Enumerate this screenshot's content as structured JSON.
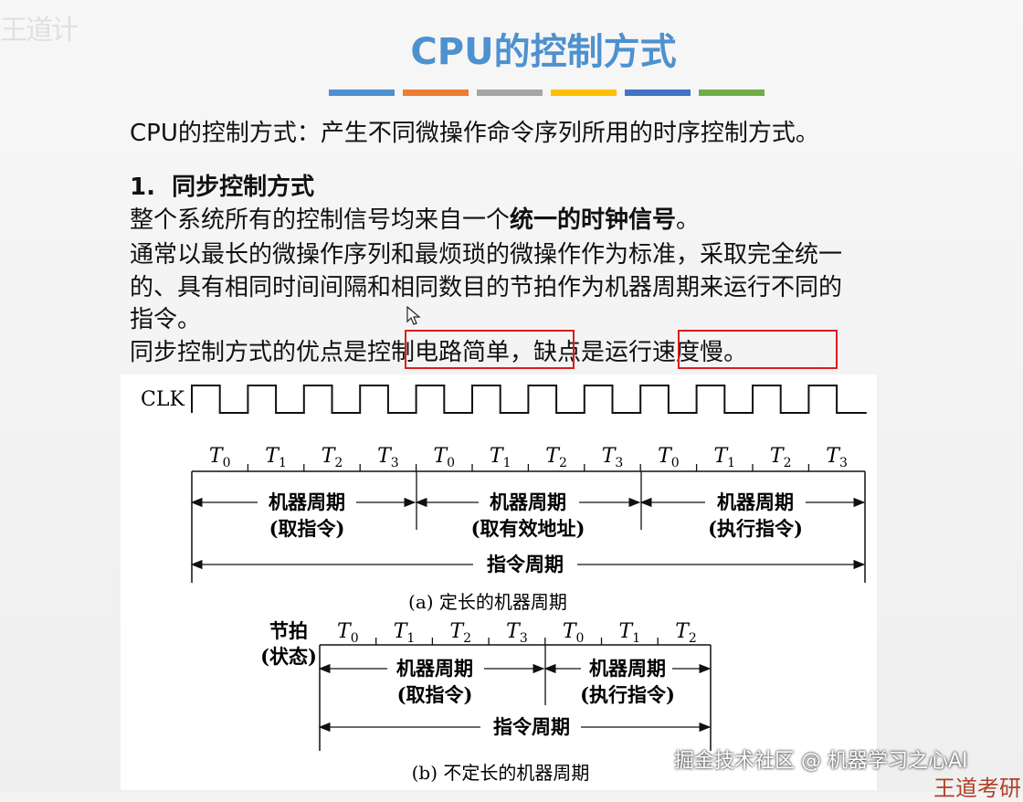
{
  "logo_text": "王道计",
  "title": "CPU的控制方式",
  "accent_colors": [
    "#4e91cf",
    "#ed7d31",
    "#a5a5a5",
    "#ffc000",
    "#4472c4",
    "#70ad47"
  ],
  "definition": "CPU的控制方式：产生不同微操作命令序列所用的时序控制方式。",
  "section": {
    "number": "1.",
    "heading": "同步控制方式",
    "line1_prefix": "整个系统所有的控制信号均来自一个",
    "line1_bold": "统一的时钟信号",
    "line1_suffix": "。",
    "line2": "通常以最长的微操作序列和最烦琐的微操作作为标准，采取完全统一",
    "line3": "的、具有相同时间间隔和相同数目的节拍作为机器周期来运行不同的",
    "line4": "指令。",
    "line5_prefix": "同步控制方式的优点是",
    "advantage": "控制电路简单",
    "line5_mid": "，缺点是",
    "disadvantage": "运行速度慢",
    "line5_suffix": "。"
  },
  "figure_a": {
    "clk_label": "CLK",
    "beats": [
      "T0",
      "T1",
      "T2",
      "T3",
      "T0",
      "T1",
      "T2",
      "T3",
      "T0",
      "T1",
      "T2",
      "T3"
    ],
    "machine_cycle": "机器周期",
    "cycles": [
      "(取指令)",
      "(取有效地址)",
      "(执行指令)"
    ],
    "instruction_cycle": "指令周期",
    "caption": "(a) 定长的机器周期"
  },
  "figure_b": {
    "beat_label_1": "节拍",
    "beat_label_2": "(状态)",
    "beats": [
      "T0",
      "T1",
      "T2",
      "T3",
      "T0",
      "T1",
      "T2"
    ],
    "machine_cycle": "机器周期",
    "cycles": [
      "(取指令)",
      "(执行指令)"
    ],
    "instruction_cycle": "指令周期",
    "caption": "(b) 不定长的机器周期"
  },
  "watermark": "掘金技术社区 @ 机器学习之心AI",
  "corner_text": "王道考研"
}
